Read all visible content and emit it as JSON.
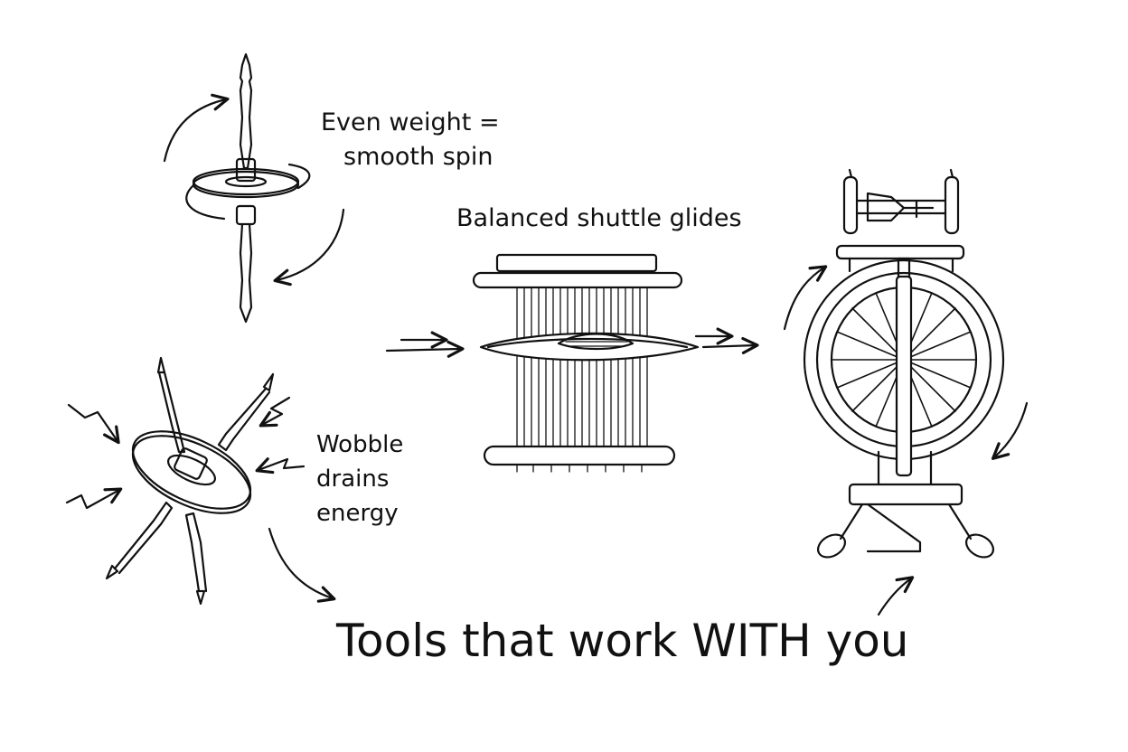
{
  "labels": {
    "even_weight_line1": "Even weight =",
    "even_weight_line2": "smooth spin",
    "shuttle": "Balanced shuttle glides",
    "wobble_line1": "Wobble",
    "wobble_line2": "drains",
    "wobble_line3": "energy",
    "headline": "Tools that work WITH you"
  },
  "colors": {
    "ink": "#111111",
    "paper": "#ffffff"
  }
}
